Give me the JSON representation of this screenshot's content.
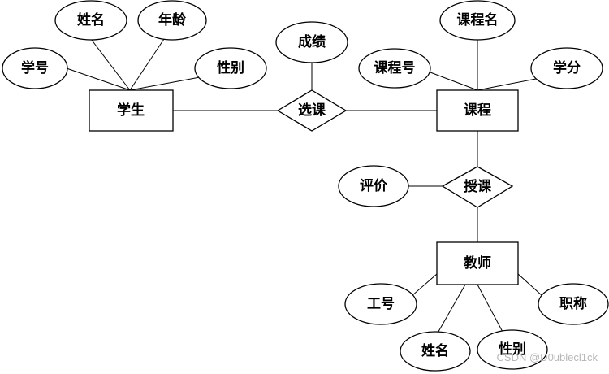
{
  "diagram": {
    "type": "er-diagram",
    "entities": {
      "student": "学生",
      "course": "课程",
      "teacher": "教师"
    },
    "relationships": {
      "enroll": "选课",
      "teach": "授课"
    },
    "attributes": {
      "student_id": "学号",
      "student_name": "姓名",
      "student_age": "年龄",
      "student_gender": "性别",
      "grade": "成绩",
      "course_name": "课程名",
      "course_id": "课程号",
      "credit": "学分",
      "evaluation": "评价",
      "staff_id": "工号",
      "teacher_title": "职称",
      "teacher_name": "姓名",
      "teacher_gender": "性别"
    },
    "edges": [
      [
        "student",
        "student_id"
      ],
      [
        "student",
        "student_name"
      ],
      [
        "student",
        "student_age"
      ],
      [
        "student",
        "student_gender"
      ],
      [
        "student",
        "enroll"
      ],
      [
        "enroll",
        "grade"
      ],
      [
        "enroll",
        "course"
      ],
      [
        "course",
        "course_id"
      ],
      [
        "course",
        "course_name"
      ],
      [
        "course",
        "credit"
      ],
      [
        "course",
        "teach"
      ],
      [
        "teach",
        "evaluation"
      ],
      [
        "teach",
        "teacher"
      ],
      [
        "teacher",
        "staff_id"
      ],
      [
        "teacher",
        "teacher_title"
      ],
      [
        "teacher",
        "teacher_name"
      ],
      [
        "teacher",
        "teacher_gender"
      ]
    ]
  },
  "watermark": "CSDN @D0ublecl1ck"
}
